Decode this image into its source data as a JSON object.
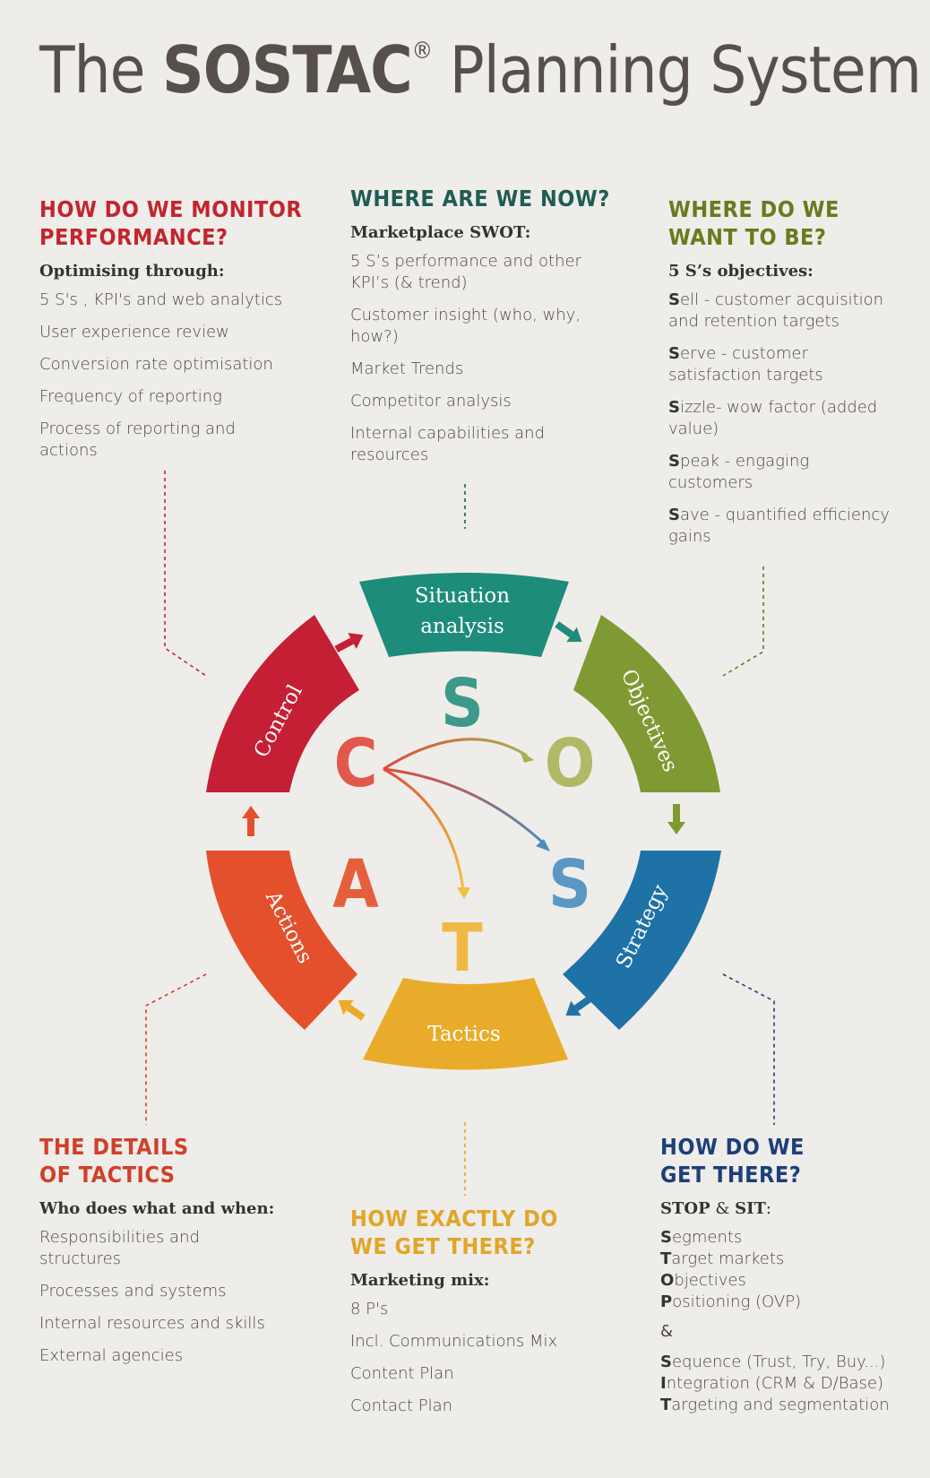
{
  "title": {
    "prefix": "The ",
    "brand": "SOSTAC",
    "reg": "®",
    "suffix": " Planning System"
  },
  "colors": {
    "situation": "#1e8c7a",
    "objectives": "#7f9a33",
    "strategy": "#1f72a6",
    "tactics": "#e9ac2a",
    "actions": "#e4502b",
    "control": "#c51f35",
    "monitor_heading": "#c3252e",
    "now_heading": "#1f5c55",
    "want_heading": "#6a7a1e",
    "details_heading": "#d0402a",
    "exactly_heading": "#e1a52a",
    "getthere_heading": "#1d3f7a"
  },
  "monitor": {
    "heading": "HOW DO WE MONITOR PERFORMANCE?",
    "sub": "Optimising through:",
    "items": [
      "5 S's , KPI's and web analytics",
      "User experience review",
      "Conversion rate optimisation",
      "Frequency of reporting",
      "Process of reporting and actions"
    ]
  },
  "now": {
    "heading": "WHERE ARE WE NOW?",
    "sub": "Marketplace SWOT:",
    "items": [
      "5 S’s performance and other KPI’s (& trend)",
      "Customer insight (who, why, how?)",
      "Market Trends",
      "Competitor analysis",
      "Internal capabilities and resources"
    ]
  },
  "want": {
    "heading": "WHERE DO WE WANT TO BE?",
    "sub": "5 S’s objectives:",
    "items": [
      {
        "lead": "S",
        "rest": "ell - customer acquisition and retention targets"
      },
      {
        "lead": "S",
        "rest": "erve - customer satisfaction targets"
      },
      {
        "lead": "S",
        "rest": "izzle- wow factor (added value)"
      },
      {
        "lead": "S",
        "rest": "peak - engaging customers"
      },
      {
        "lead": "S",
        "rest": "ave - quantified efficiency gains"
      }
    ]
  },
  "details": {
    "heading": "THE DETAILS OF TACTICS",
    "sub": "Who does what and when:",
    "items": [
      "Responsibilities and structures",
      "Processes and systems",
      "Internal resources and skills",
      "External agencies"
    ]
  },
  "exactly": {
    "heading": "HOW EXACTLY DO WE GET THERE?",
    "sub": "Marketing mix:",
    "items": [
      "8 P's",
      "Incl. Communications Mix",
      "Content Plan",
      "Contact Plan"
    ]
  },
  "getthere": {
    "heading": "HOW DO WE GET THERE?",
    "sub_a": "STOP",
    "sub_amp": " & ",
    "sub_b": "SIT",
    "sub_colon": ":",
    "stop": [
      {
        "lead": "S",
        "rest": "egments"
      },
      {
        "lead": "T",
        "rest": "arget markets"
      },
      {
        "lead": "O",
        "rest": "bjectives"
      },
      {
        "lead": "P",
        "rest": "ositioning (OVP)"
      }
    ],
    "amp": "&",
    "sit": [
      {
        "lead": "S",
        "rest": "equence (Trust, Try, Buy...)"
      },
      {
        "lead": "I",
        "rest": "ntegration (CRM & D/Base)"
      },
      {
        "lead": "T",
        "rest": "argeting and segmentation"
      }
    ]
  },
  "wheel": {
    "segments": [
      "Situation analysis",
      "Objectives",
      "Strategy",
      "Tactics",
      "Actions",
      "Control"
    ],
    "segment_lines": [
      [
        "Situation",
        "analysis"
      ],
      [
        "Objectives"
      ],
      [
        "Strategy"
      ],
      [
        "Tactics"
      ],
      [
        "Actions"
      ],
      [
        "Control"
      ]
    ],
    "letters": [
      "S",
      "O",
      "S",
      "T",
      "A",
      "C"
    ]
  }
}
